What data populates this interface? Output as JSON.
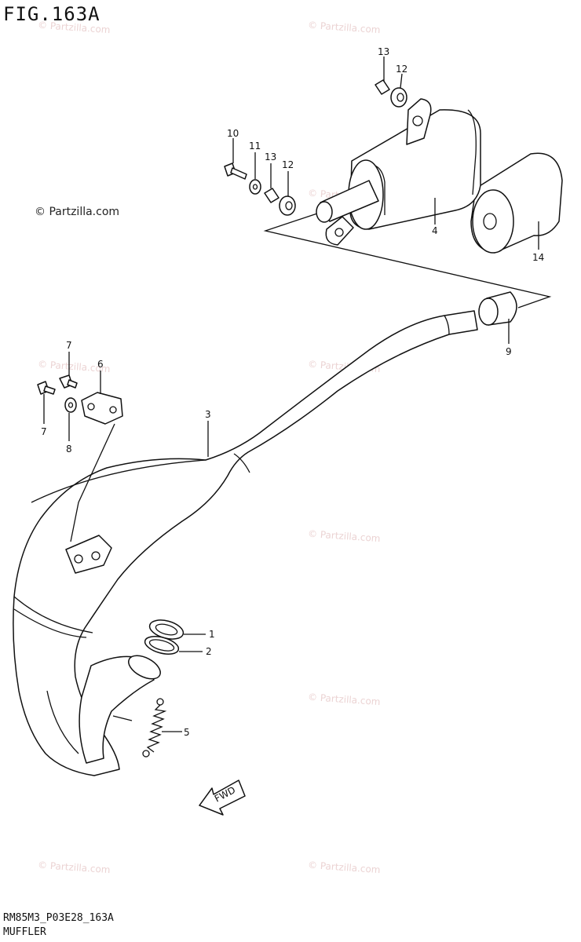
{
  "figure": {
    "title": "FIG.163A",
    "code": "RM85M3_P03E28_163A",
    "caption": "MUFFLER",
    "copyright": "© Partzilla.com",
    "watermark": "© Partzilla.com"
  },
  "callouts": {
    "c1": "1",
    "c2": "2",
    "c3": "3",
    "c4": "4",
    "c5": "5",
    "c6": "6",
    "c7a": "7",
    "c7b": "7",
    "c8": "8",
    "c9": "9",
    "c10": "10",
    "c11": "11",
    "c12a": "12",
    "c12b": "12",
    "c13a": "13",
    "c13b": "13",
    "c14": "14"
  },
  "fwd_label": "FWD"
}
